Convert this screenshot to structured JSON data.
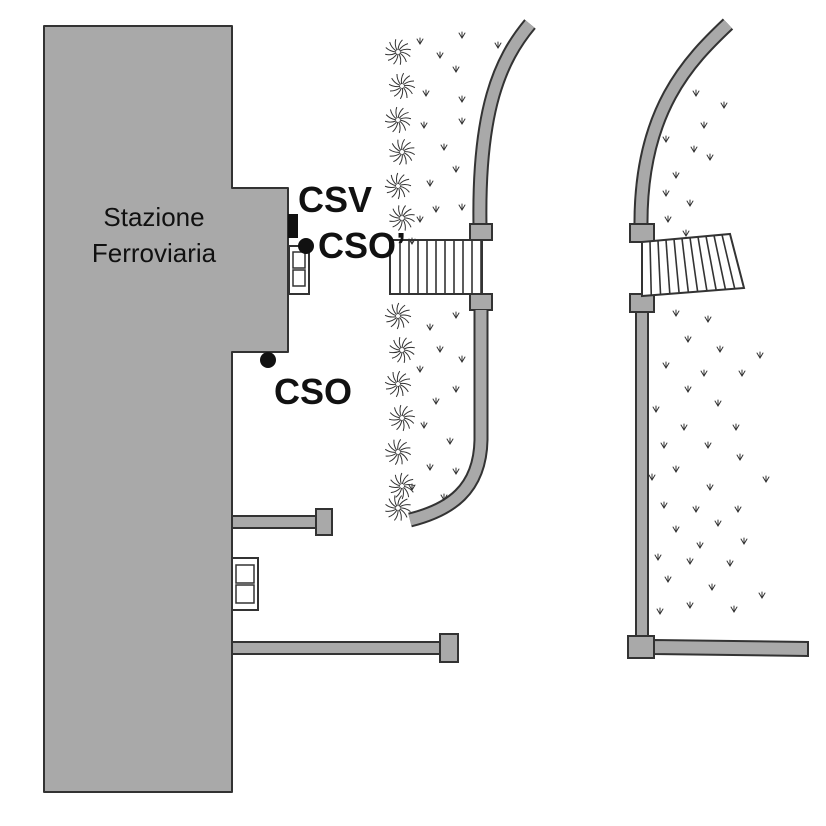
{
  "station": {
    "name_line1": "Stazione",
    "name_line2": "Ferroviaria"
  },
  "markers": {
    "csv": "CSV",
    "cso_prime": "CSO’",
    "cso": "CSO"
  },
  "colors": {
    "building_fill": "#a9a9a9",
    "outline": "#333333",
    "marker": "#111111",
    "background": "#ffffff"
  }
}
